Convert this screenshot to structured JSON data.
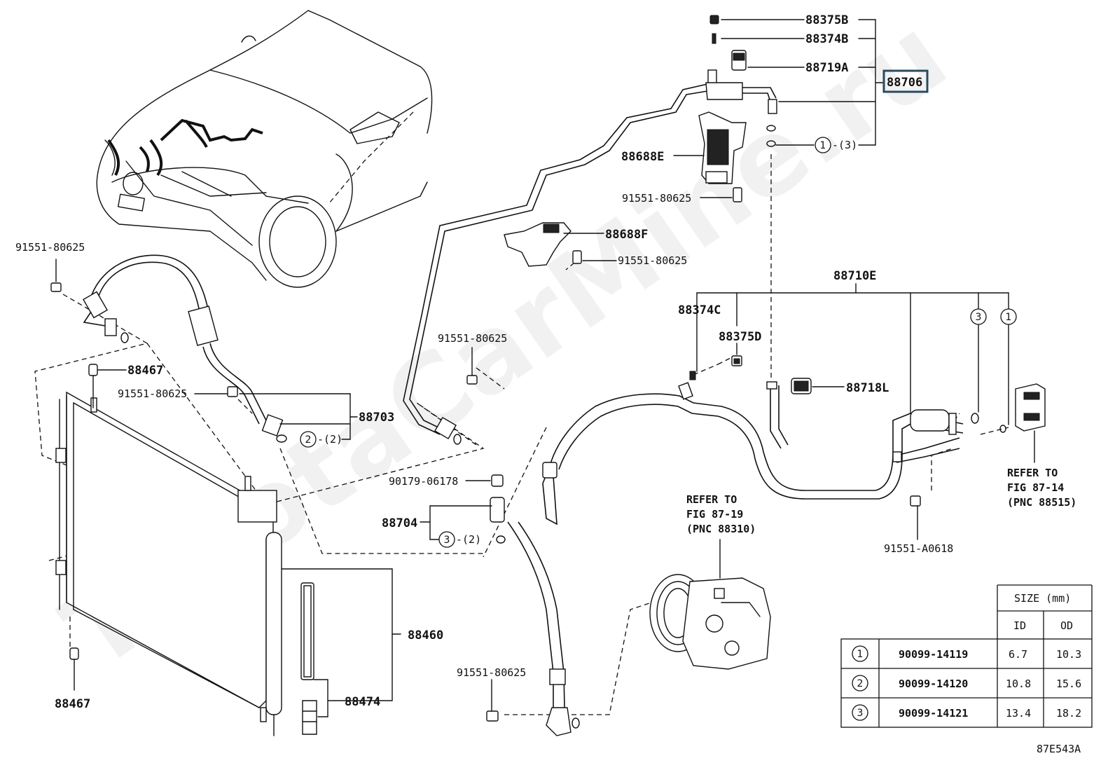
{
  "watermark": "ToyotaCarMine.ru",
  "figure_code": "87E543A",
  "callouts": {
    "p88375B": "88375B",
    "p88374B": "88374B",
    "p88719A": "88719A",
    "p88706": "88706",
    "ring1_count": "-(3)",
    "p88688E": "88688E",
    "bolt_88688E": "91551-80625",
    "p88688F": "88688F",
    "bolt_88688F": "91551-80625",
    "p88710E": "88710E",
    "p88374C": "88374C",
    "p88375D": "88375D",
    "p88718L": "88718L",
    "bolt_left_top": "91551-80625",
    "p88467_top": "88467",
    "bolt_88703": "91551-80625",
    "p88703": "88703",
    "ring2_count": "-(2)",
    "bolt_mid": "91551-80625",
    "p90179": "90179-06178",
    "p88704": "88704",
    "ring3_count": "-(2)",
    "p88460": "88460",
    "p88474": "88474",
    "p88467_bottom": "88467",
    "bolt_bottom": "91551-80625",
    "bolt_A0618": "91551-A0618",
    "refer_compressor": [
      "REFER TO",
      "FIG 87-19",
      "(PNC 88310)"
    ],
    "refer_valve": [
      "REFER TO",
      "FIG 87-14",
      "(PNC 88515)"
    ]
  },
  "ring_numbers": [
    "1",
    "2",
    "3"
  ],
  "size_table": {
    "header_size": "SIZE (mm)",
    "header_id": "ID",
    "header_od": "OD",
    "rows": [
      {
        "num": "1",
        "part": "90099-14119",
        "id": "6.7",
        "od": "10.3"
      },
      {
        "num": "2",
        "part": "90099-14120",
        "id": "10.8",
        "od": "15.6"
      },
      {
        "num": "3",
        "part": "90099-14121",
        "id": "13.4",
        "od": "18.2"
      }
    ]
  },
  "colors": {
    "highlight_box": "#2a4a5e",
    "line": "#111111"
  }
}
